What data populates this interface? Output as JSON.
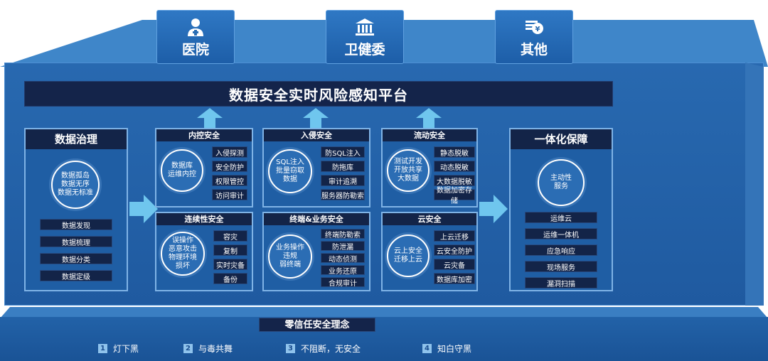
{
  "tabs": [
    {
      "label": "医院",
      "icon": "doctor-icon"
    },
    {
      "label": "卫健委",
      "icon": "building-icon"
    },
    {
      "label": "其他",
      "icon": "money-icon"
    }
  ],
  "platform_title": "数据安全实时风险感知平台",
  "governance": {
    "title": "数据治理",
    "circle_lines": [
      "数据孤岛",
      "数据无序",
      "数据无标准"
    ],
    "items": [
      "数据发现",
      "数据梳理",
      "数据分类",
      "数据定级"
    ]
  },
  "modules": [
    {
      "title": "内控安全",
      "circle_lines": [
        "数据库",
        "运维内控"
      ],
      "items": [
        "入侵探测",
        "安全防护",
        "权限管控",
        "访问审计"
      ]
    },
    {
      "title": "入侵安全",
      "circle_lines": [
        "SQL注入",
        "批量窃取",
        "数据"
      ],
      "items": [
        "防SQL注入",
        "防拖库",
        "审计追溯",
        "服务器防勒索"
      ]
    },
    {
      "title": "流动安全",
      "circle_lines": [
        "测试开发",
        "开放共享",
        "大数据"
      ],
      "items": [
        "静态脱敏",
        "动态脱敏",
        "大数据脱敏",
        "数据加密存储"
      ]
    },
    {
      "title": "连续性安全",
      "circle_lines": [
        "误操作",
        "恶意攻击",
        "物理环境",
        "损坏"
      ],
      "items": [
        "容灾",
        "复制",
        "实时灾备",
        "备份"
      ]
    },
    {
      "title": "终端&业务安全",
      "circle_lines": [
        "业务操作",
        "违规",
        "弱终端"
      ],
      "items": [
        "终端防勒索",
        "防泄漏",
        "动态侦测",
        "业务还原",
        "合规审计"
      ]
    },
    {
      "title": "云安全",
      "circle_lines": [
        "云上安全",
        "迁移上云"
      ],
      "items": [
        "上云迁移",
        "云安全防护",
        "云灾备",
        "数据库加密"
      ]
    }
  ],
  "assurance": {
    "title": "一体化保障",
    "circle_lines": [
      "主动性",
      "服务"
    ],
    "items": [
      "运维云",
      "运维一体机",
      "应急响应",
      "现场服务",
      "漏洞扫描"
    ]
  },
  "base_title": "零信任安全理念",
  "principles": [
    {
      "num": "1",
      "label": "灯下黑"
    },
    {
      "num": "2",
      "label": "与毒共舞"
    },
    {
      "num": "3",
      "label": "不阻断，无安全"
    },
    {
      "num": "4",
      "label": "知白守黑"
    }
  ],
  "colors": {
    "accent": "#6fc6ee",
    "dark": "#132448",
    "panel": "#1f5ea4",
    "border": "#7fb3e6"
  }
}
